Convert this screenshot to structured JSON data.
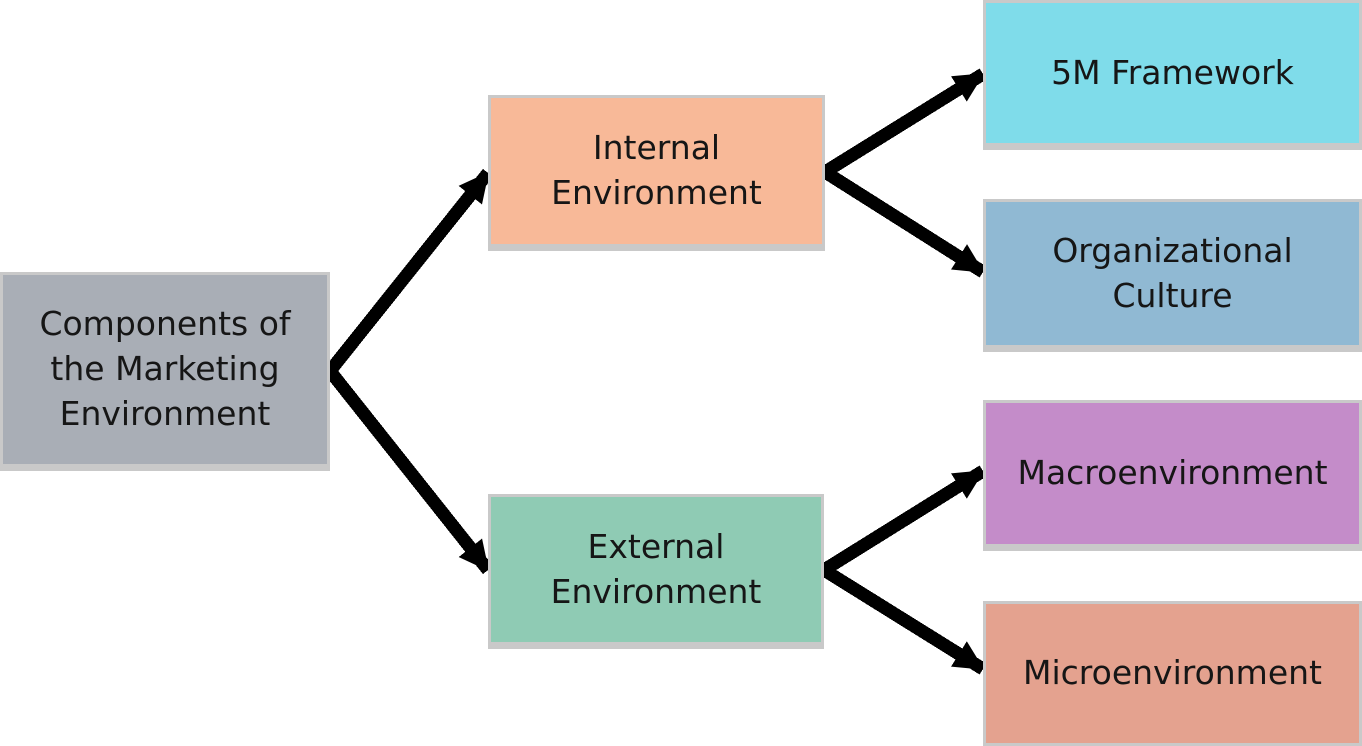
{
  "diagram": {
    "title": "Components of the Marketing Environment",
    "type": "tree",
    "colors": {
      "background": "#ffffff",
      "arrow": "#000000",
      "text": "#161616",
      "box_edge": "#c9c9c9"
    },
    "nodes": [
      {
        "id": "root",
        "label": "Components of\nthe Marketing\nEnvironment",
        "color": "#a9aeb6"
      },
      {
        "id": "internal",
        "label": "Internal\nEnvironment",
        "color": "#f8b998"
      },
      {
        "id": "external",
        "label": "External\nEnvironment",
        "color": "#8fcbb4"
      },
      {
        "id": "m5",
        "label": "5M Framework",
        "color": "#7fdcea"
      },
      {
        "id": "org",
        "label": "Organizational\nCulture",
        "color": "#90b9d3"
      },
      {
        "id": "macro",
        "label": "Macroenvironment",
        "color": "#c48cc9"
      },
      {
        "id": "micro",
        "label": "Microenvironment",
        "color": "#e4a28f"
      }
    ],
    "edges": [
      {
        "from": "root",
        "to": "internal"
      },
      {
        "from": "root",
        "to": "external"
      },
      {
        "from": "internal",
        "to": "m5"
      },
      {
        "from": "internal",
        "to": "org"
      },
      {
        "from": "external",
        "to": "macro"
      },
      {
        "from": "external",
        "to": "micro"
      }
    ]
  }
}
